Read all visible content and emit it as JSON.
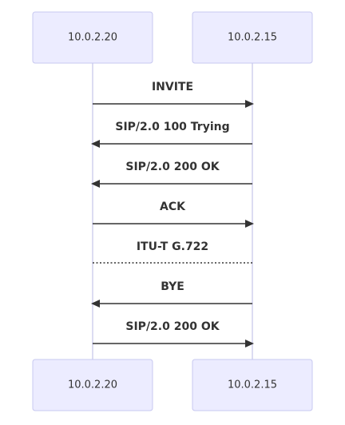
{
  "participants": [
    {
      "id": "a",
      "label": "10.0.2.20"
    },
    {
      "id": "b",
      "label": "10.0.2.15"
    }
  ],
  "messages": [
    {
      "label": "INVITE",
      "from": "a",
      "to": "b",
      "style": "solid",
      "arrow": true
    },
    {
      "label": "SIP/2.0 100 Trying",
      "from": "b",
      "to": "a",
      "style": "solid",
      "arrow": true
    },
    {
      "label": "SIP/2.0 200 OK",
      "from": "b",
      "to": "a",
      "style": "solid",
      "arrow": true
    },
    {
      "label": "ACK",
      "from": "a",
      "to": "b",
      "style": "solid",
      "arrow": true
    },
    {
      "label": "ITU-T G.722",
      "from": "a",
      "to": "b",
      "style": "dotted",
      "arrow": false
    },
    {
      "label": "BYE",
      "from": "b",
      "to": "a",
      "style": "solid",
      "arrow": true
    },
    {
      "label": "SIP/2.0 200 OK",
      "from": "a",
      "to": "b",
      "style": "solid",
      "arrow": true
    }
  ],
  "colors": {
    "actor_fill": "#ececff",
    "actor_stroke": "#c7c8f0",
    "lifeline": "#b8b9e4",
    "text": "#333333"
  }
}
